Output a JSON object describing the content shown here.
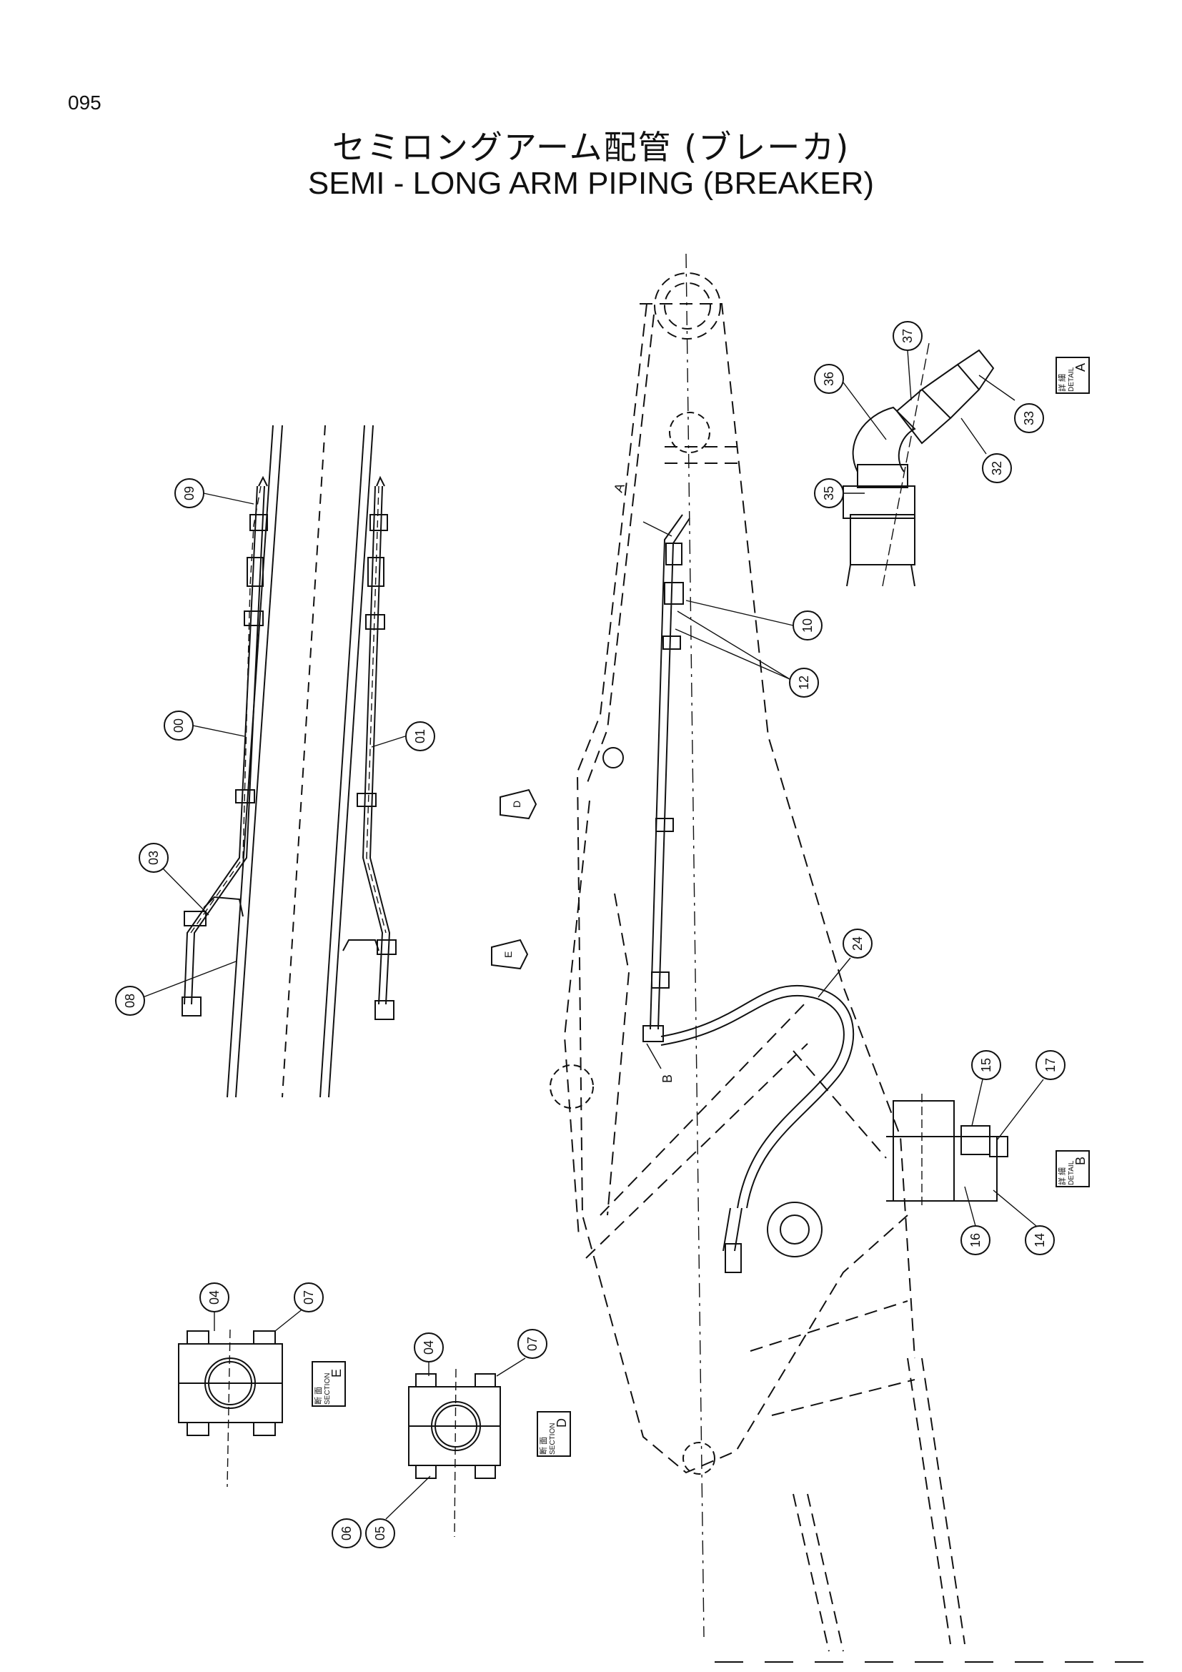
{
  "page_number": "095",
  "title_jp": "セミロングアーム配管 (ブレーカ)",
  "title_en": "SEMI - LONG   ARM   PIPING (BREAKER)",
  "callouts": [
    "09",
    "00",
    "01",
    "03",
    "08",
    "10",
    "12",
    "24",
    "36",
    "37",
    "33",
    "32",
    "35",
    "15",
    "17",
    "16",
    "14",
    "04",
    "07",
    "06",
    "05"
  ],
  "letters": {
    "A": "A",
    "B": "B",
    "D": "D",
    "E": "E"
  },
  "detail_a": {
    "jp": "詳 細",
    "en": "DETAIL",
    "letter": "A"
  },
  "detail_b": {
    "jp": "詳 細",
    "en": "DETAIL",
    "letter": "B"
  },
  "section_e": {
    "jp": "断 面",
    "en": "SECTION",
    "letter": "E"
  },
  "section_d": {
    "jp": "断 面",
    "en": "SECTION",
    "letter": "D"
  }
}
